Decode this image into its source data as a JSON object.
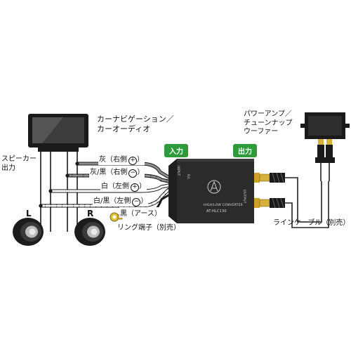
{
  "labels": {
    "navi": "カーナビゲーション／\nカーオーディオ",
    "speaker_out": "スピーカー\n出力",
    "amp": "パワーアンプ／\nチューンナップ\nウーファー",
    "line_cable": "ラインケーブル（別売）",
    "ring_terminal": "リング端子（別売）",
    "left": "L",
    "right": "R"
  },
  "badges": {
    "input": "入力",
    "output": "出力"
  },
  "wires": [
    {
      "text": "灰（右側",
      "sign": "+"
    },
    {
      "text": "灰/黒（右側",
      "sign": "−"
    },
    {
      "text": "白（左側",
      "sign": "+"
    },
    {
      "text": "白/黒（左側",
      "sign": "−"
    },
    {
      "text": "黒（アース）",
      "sign": ""
    }
  ],
  "device": {
    "model": "AT-HLC130",
    "subtitle": "HIGH/LOW CONVERTER",
    "input_label": "INPUT",
    "output_label": "OUTPUT",
    "side_label": "R/L",
    "colors": {
      "body": "#2b2b2b",
      "accent": "#cfcfcf"
    }
  },
  "colors": {
    "badge": "#2f9a3c",
    "wire_gray": "#8d8d8d",
    "wire_white": "#ffffff",
    "cable": "#222222"
  }
}
